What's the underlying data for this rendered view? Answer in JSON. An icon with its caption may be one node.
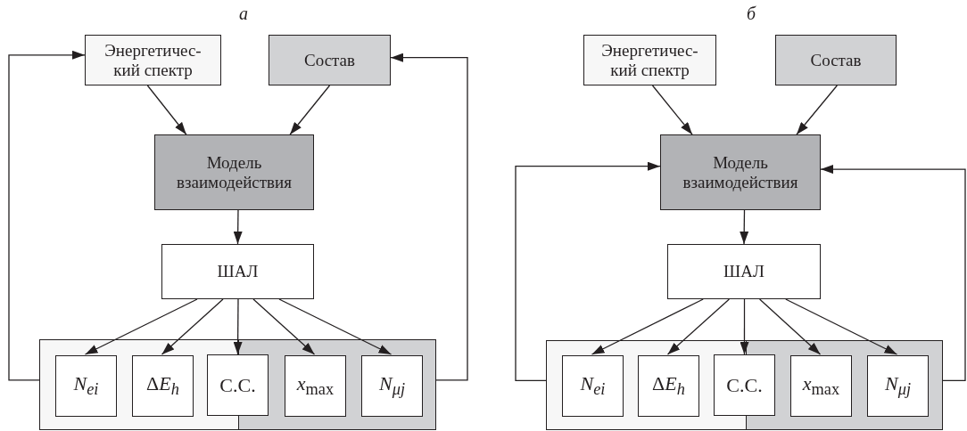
{
  "diagram": {
    "nodes": [
      {
        "text": [
          "Энергетичес- кий спектр"
        ]
      },
      {
        "text": [
          "Состав"
        ]
      },
      {
        "text": [
          "Модель взаимодействия"
        ]
      },
      {
        "text": [
          "ШАЛ"
        ]
      },
      {
        "text": [],
        "shape": "box"
      },
      {
        "text": [],
        "shape": "box"
      },
      {
        "text": [
          "*N*$_{ei}$"
        ],
        "in": 4
      },
      {
        "text": [
          "ΔE$_{h}$"
        ],
        "in": 4
      },
      {
        "text": [
          "С.С."
        ]
      },
      {
        "text": [
          "*x*$_{max}$"
        ],
        "in": 5
      },
      {
        "text": [
          "*N*$_{μj}$"
        ],
        "in": 5
      },
      {
        "text": [
          "Энергетичес- кий спектр"
        ]
      },
      {
        "text": [
          "Состав"
        ]
      },
      {
        "text": [
          "Модель взаимодействия"
        ]
      },
      {
        "text": [
          "ШАЛ"
        ]
      },
      {
        "text": [],
        "shape": "box"
      },
      {
        "text": [],
        "shape": "box"
      },
      {
        "text": [
          "*N*$_{ei}$"
        ],
        "in": 15
      },
      {
        "text": [
          "ΔE$_{h}$"
        ],
        "in": 15
      },
      {
        "text": [
          "С.С."
        ]
      },
      {
        "text": [
          "*x*$_{max}$"
        ],
        "in": 16
      },
      {
        "text": [
          "*N*$_{μj}$"
        ],
        "in": 16
      }
    ],
    "edges": [
      {
        "from": 0,
        "to": 2,
        "arrow": "to"
      },
      {
        "from": 1,
        "to": 2,
        "arrow": "to"
      },
      {
        "from": 2,
        "to": 3,
        "arrow": "to"
      },
      {
        "from": 3,
        "to": 6,
        "arrow": "to"
      },
      {
        "from": 3,
        "to": 7,
        "arrow": "to"
      },
      {
        "from": 3,
        "to": 8,
        "arrow": "to"
      },
      {
        "from": 3,
        "to": 9,
        "arrow": "to"
      },
      {
        "from": 3,
        "to": 10,
        "arrow": "to"
      },
      {
        "from": 4,
        "to": 0,
        "arrow": "to"
      },
      {
        "from": 5,
        "to": 1,
        "arrow": "to"
      },
      {
        "from": 11,
        "to": 13,
        "arrow": "to"
      },
      {
        "from": 12,
        "to": 13,
        "arrow": "to"
      },
      {
        "from": 13,
        "to": 14,
        "arrow": "to"
      },
      {
        "from": 14,
        "to": 17,
        "arrow": "to"
      },
      {
        "from": 14,
        "to": 18,
        "arrow": "to"
      },
      {
        "from": 14,
        "to": 19,
        "arrow": "to"
      },
      {
        "from": 14,
        "to": 20,
        "arrow": "to"
      },
      {
        "from": 14,
        "to": 21,
        "arrow": "to"
      },
      {
        "from": 15,
        "to": 13,
        "arrow": "to"
      },
      {
        "from": 16,
        "to": 13,
        "arrow": "to"
      }
    ],
    "labels": [
      "а",
      "б"
    ]
  }
}
